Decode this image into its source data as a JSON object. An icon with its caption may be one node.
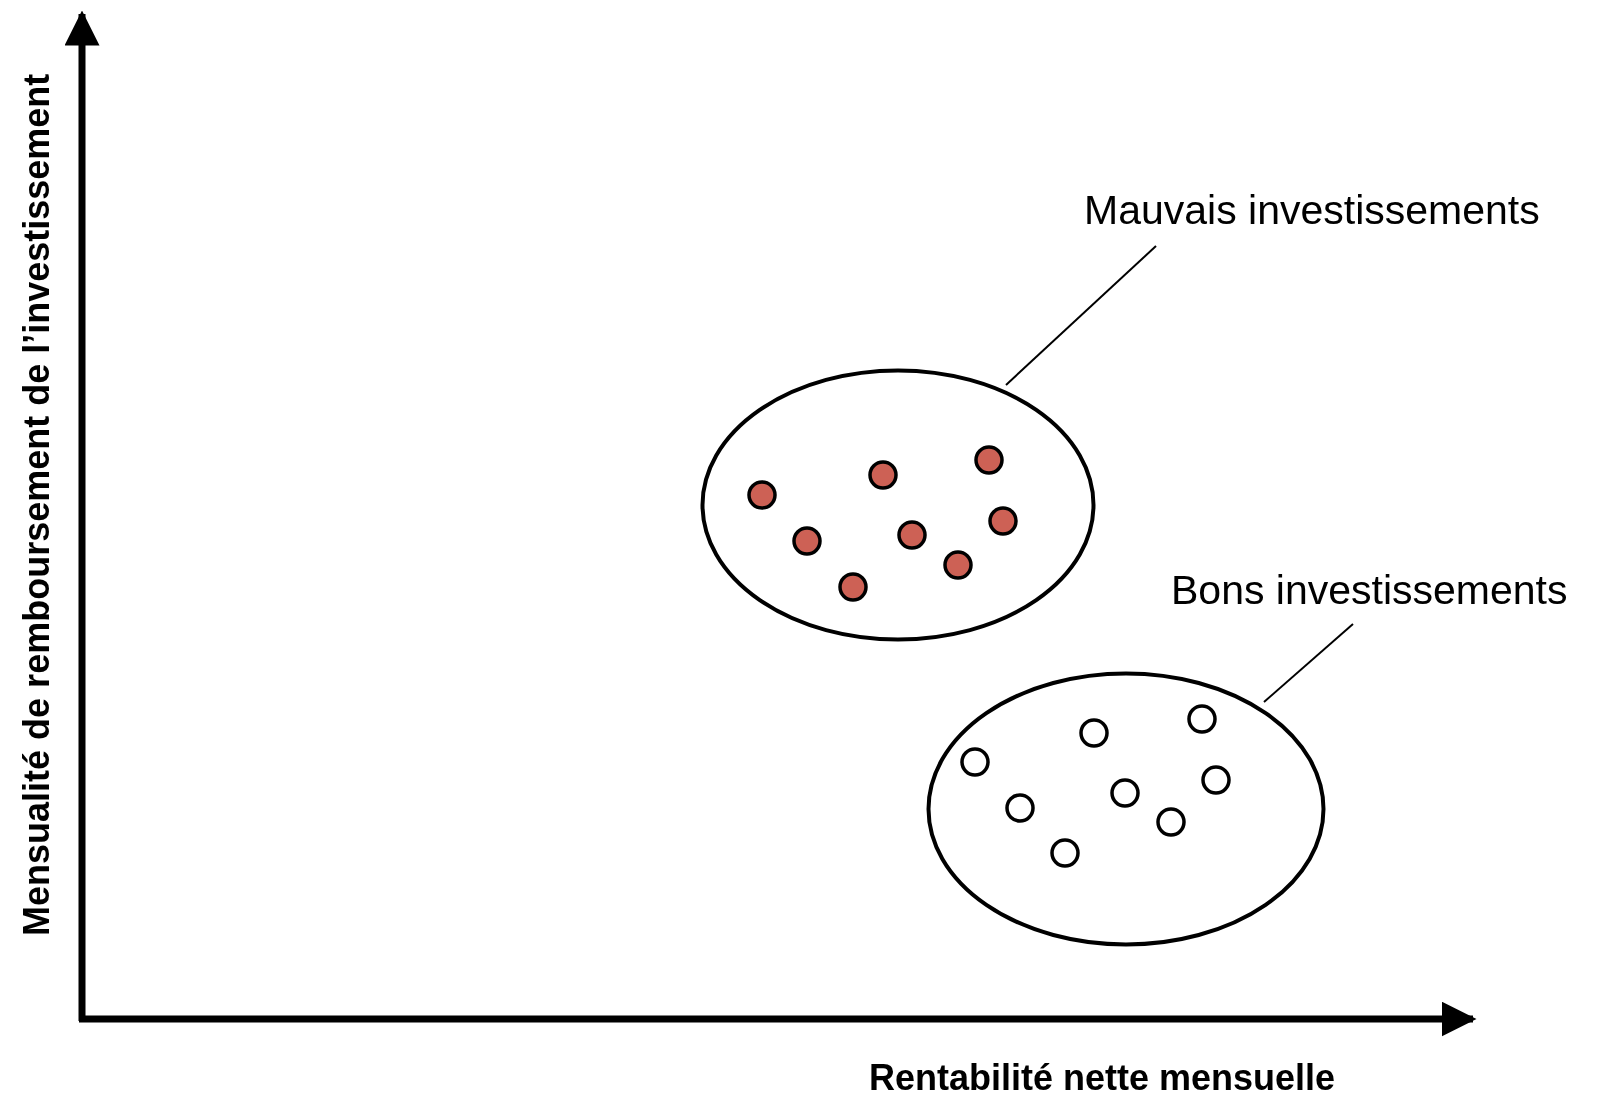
{
  "diagram": {
    "nodes": [
      {
        "text": [
          "Mauvais investissements"
        ]
      },
      {
        "text": [],
        "shape": "ellipse"
      },
      {
        "text": [
          "Bons investissements"
        ]
      },
      {
        "text": [],
        "shape": "ellipse"
      }
    ],
    "edges": [
      {
        "from": 0,
        "to": 1,
        "arrow": "none"
      },
      {
        "from": 2,
        "to": 3,
        "arrow": "none"
      }
    ],
    "labels": [
      "Mensualité de remboursement de l’investissement",
      "Rentabilité nette mensuelle"
    ]
  }
}
